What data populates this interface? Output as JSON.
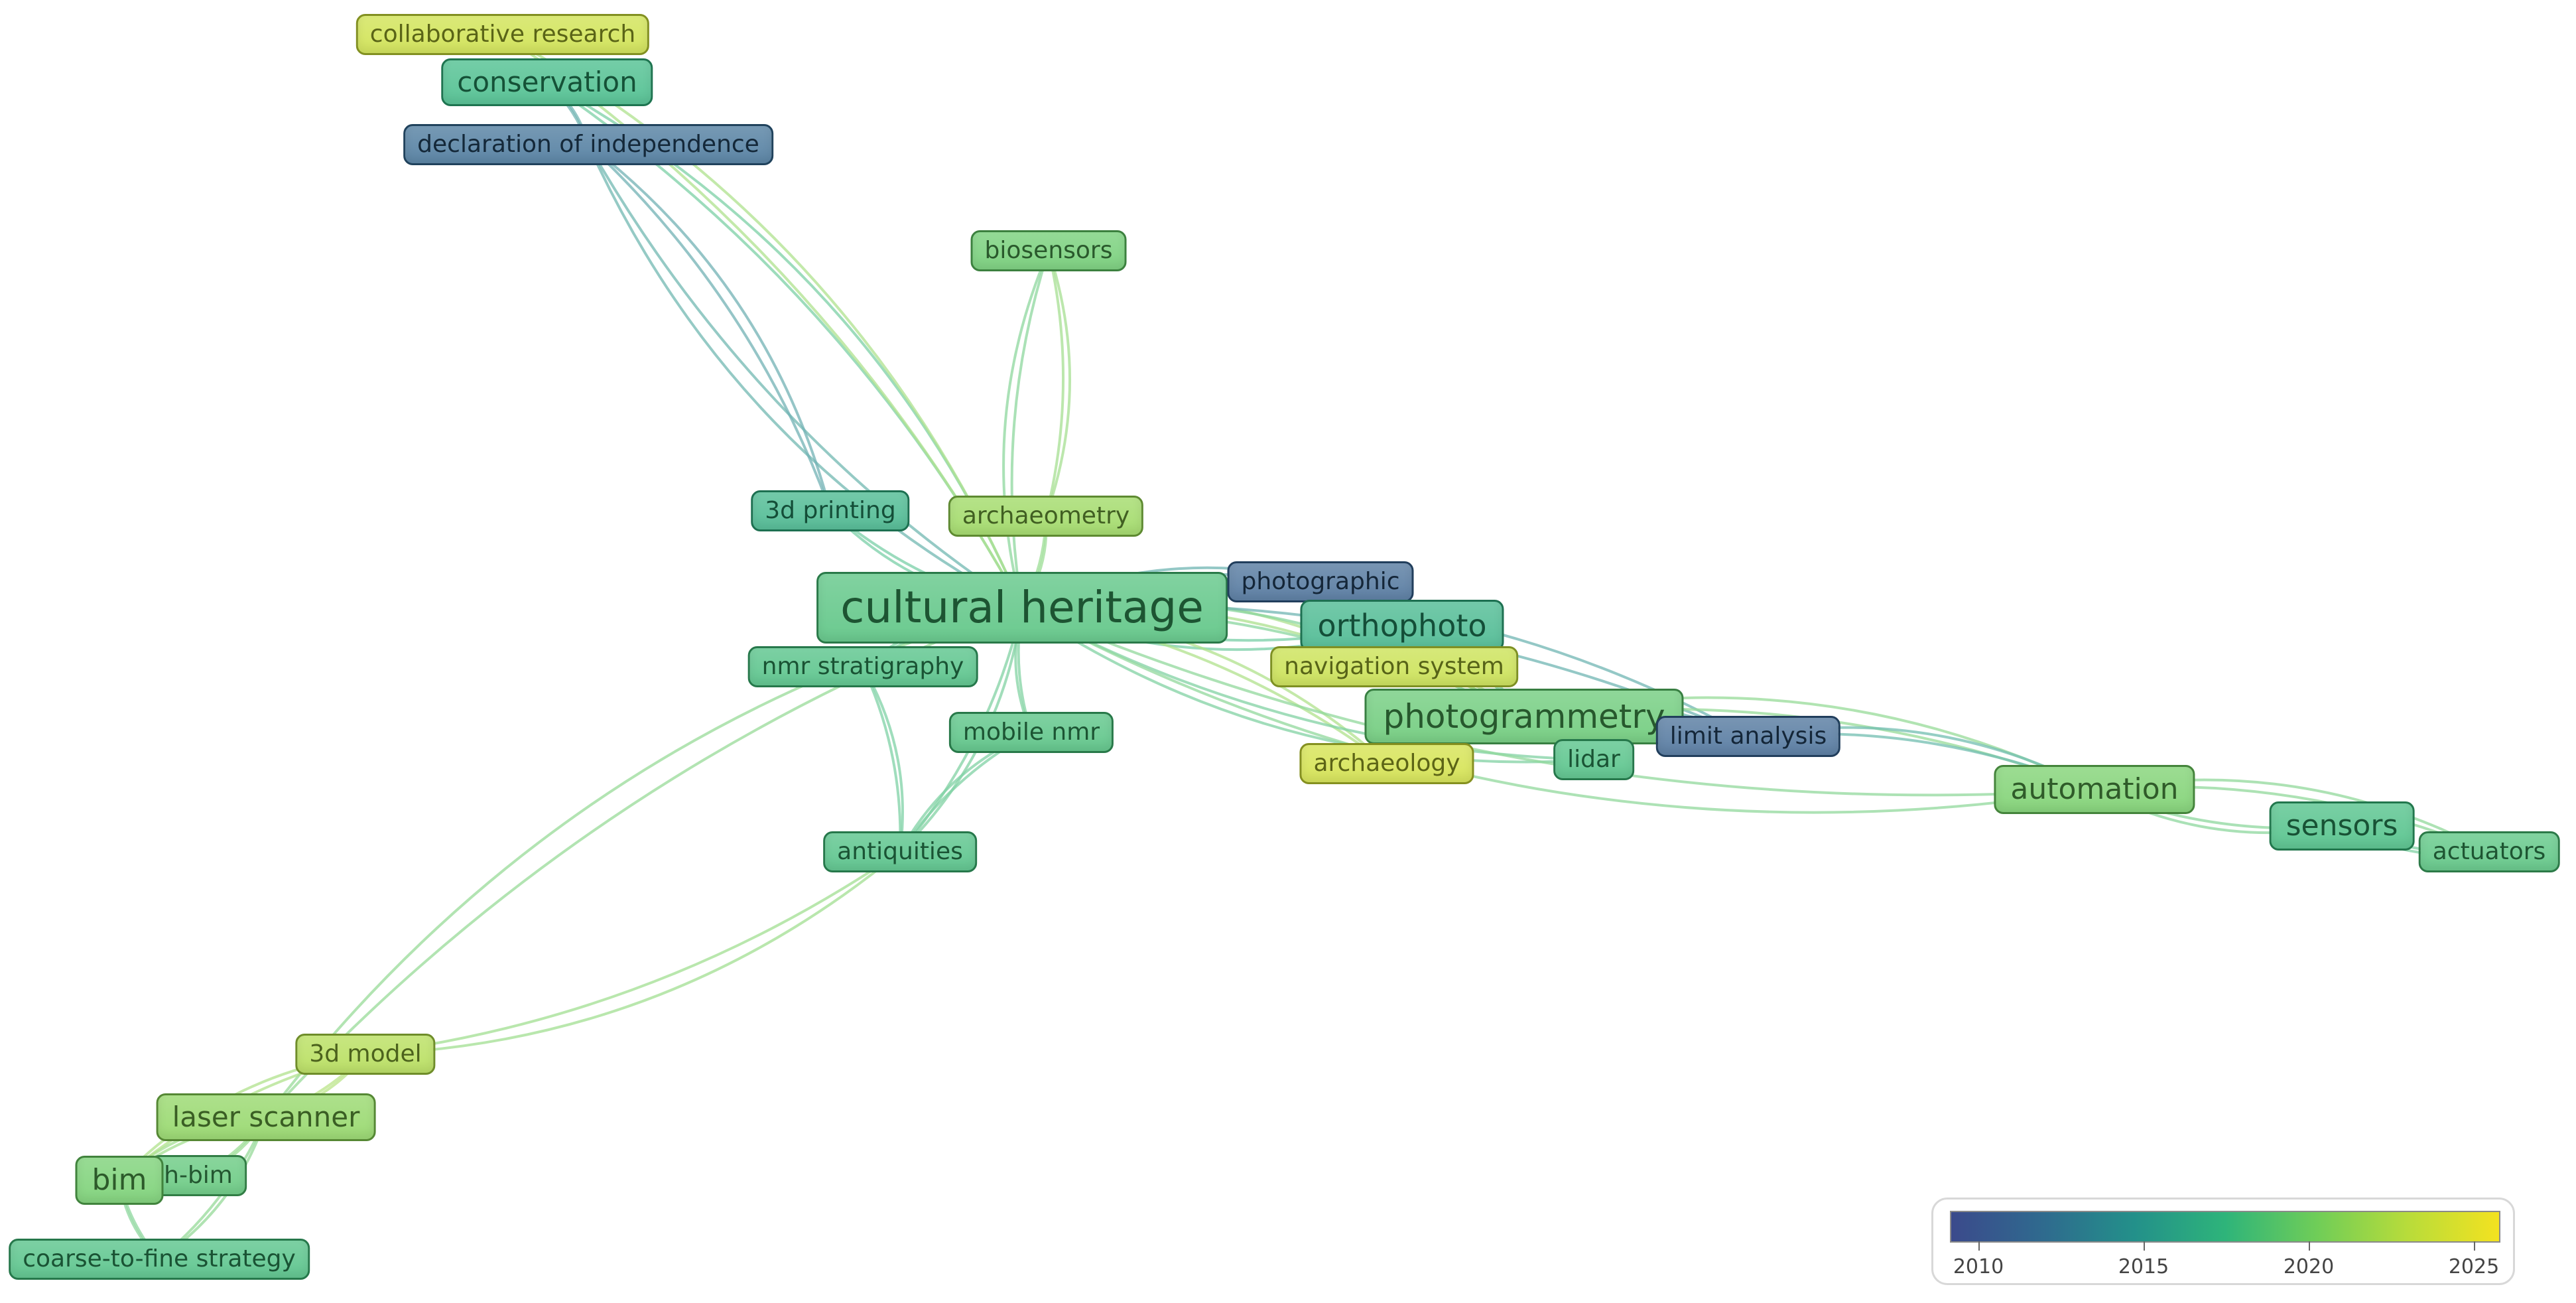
{
  "chart_data": {
    "type": "network",
    "nodes": [
      {
        "id": "collaborative research",
        "year": 2023.8
      },
      {
        "id": "conservation",
        "year": 2017.4
      },
      {
        "id": "declaration of independence",
        "year": 2011.5
      },
      {
        "id": "biosensors",
        "year": 2019.5
      },
      {
        "id": "3d printing",
        "year": 2017.0
      },
      {
        "id": "archaeometry",
        "year": 2021.5
      },
      {
        "id": "cultural heritage",
        "year": 2018.3
      },
      {
        "id": "photographic",
        "year": 2011.0
      },
      {
        "id": "orthophoto",
        "year": 2017.0
      },
      {
        "id": "navigation system",
        "year": 2023.5
      },
      {
        "id": "nmr stratigraphy",
        "year": 2018.0
      },
      {
        "id": "photogrammetry",
        "year": 2019.2
      },
      {
        "id": "limit analysis",
        "year": 2011.0
      },
      {
        "id": "mobile nmr",
        "year": 2018.2
      },
      {
        "id": "archaeology",
        "year": 2024.0
      },
      {
        "id": "lidar",
        "year": 2018.0
      },
      {
        "id": "automation",
        "year": 2020.0
      },
      {
        "id": "sensors",
        "year": 2017.8
      },
      {
        "id": "actuators",
        "year": 2018.4
      },
      {
        "id": "antiquities",
        "year": 2018.0
      },
      {
        "id": "3d model",
        "year": 2022.5
      },
      {
        "id": "laser scanner",
        "year": 2021.0
      },
      {
        "id": "h-bim",
        "year": 2018.8
      },
      {
        "id": "bim",
        "year": 2019.8
      },
      {
        "id": "coarse-to-fine strategy",
        "year": 2018.0
      }
    ],
    "links": [
      [
        "cultural heritage",
        "conservation"
      ],
      [
        "cultural heritage",
        "declaration of independence"
      ],
      [
        "cultural heritage",
        "collaborative research"
      ],
      [
        "conservation",
        "declaration of independence"
      ],
      [
        "3d printing",
        "declaration of independence"
      ],
      [
        "cultural heritage",
        "biosensors"
      ],
      [
        "archaeometry",
        "biosensors"
      ],
      [
        "cultural heritage",
        "3d printing"
      ],
      [
        "cultural heritage",
        "archaeometry"
      ],
      [
        "cultural heritage",
        "photographic"
      ],
      [
        "cultural heritage",
        "orthophoto"
      ],
      [
        "cultural heritage",
        "navigation system"
      ],
      [
        "cultural heritage",
        "nmr stratigraphy"
      ],
      [
        "cultural heritage",
        "photogrammetry"
      ],
      [
        "cultural heritage",
        "mobile nmr"
      ],
      [
        "cultural heritage",
        "archaeology"
      ],
      [
        "cultural heritage",
        "lidar"
      ],
      [
        "cultural heritage",
        "antiquities"
      ],
      [
        "cultural heritage",
        "automation"
      ],
      [
        "cultural heritage",
        "limit analysis"
      ],
      [
        "photogrammetry",
        "orthophoto"
      ],
      [
        "photogrammetry",
        "lidar"
      ],
      [
        "photogrammetry",
        "archaeology"
      ],
      [
        "photogrammetry",
        "limit analysis"
      ],
      [
        "photogrammetry",
        "navigation system"
      ],
      [
        "photogrammetry",
        "automation"
      ],
      [
        "photographic",
        "orthophoto"
      ],
      [
        "limit analysis",
        "automation"
      ],
      [
        "automation",
        "sensors"
      ],
      [
        "automation",
        "actuators"
      ],
      [
        "sensors",
        "actuators"
      ],
      [
        "antiquities",
        "3d model"
      ],
      [
        "mobile nmr",
        "antiquities"
      ],
      [
        "nmr stratigraphy",
        "antiquities"
      ],
      [
        "cultural heritage",
        "laser scanner"
      ],
      [
        "laser scanner",
        "h-bim"
      ],
      [
        "laser scanner",
        "bim"
      ],
      [
        "h-bim",
        "bim"
      ],
      [
        "bim",
        "coarse-to-fine strategy"
      ],
      [
        "laser scanner",
        "coarse-to-fine strategy"
      ],
      [
        "3d model",
        "bim"
      ],
      [
        "3d model",
        "laser scanner"
      ]
    ],
    "color_scale": {
      "min": 2009.2,
      "max": 2025.8,
      "ticks": [
        "2010",
        "2015",
        "2020",
        "2025"
      ],
      "tick_values": [
        2010,
        2015,
        2020,
        2025
      ],
      "stops": [
        "#3b4a8c",
        "#2f6a8e",
        "#23908a",
        "#2eb47a",
        "#6fcd58",
        "#b8dc3a",
        "#f3e220"
      ]
    }
  }
}
